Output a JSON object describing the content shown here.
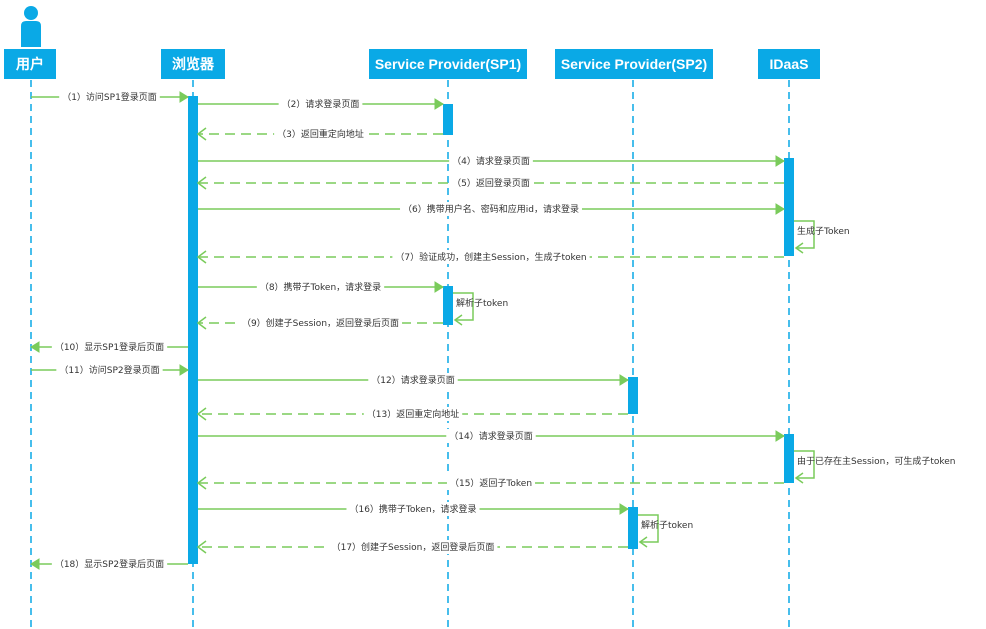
{
  "colors": {
    "lifeline": "#0aa9e6",
    "header_bg": "#0aa9e6",
    "activation": "#0aa9e6",
    "message": "#7acb5b",
    "label_text": "#333333"
  },
  "actors": [
    {
      "id": "user",
      "label": "用户",
      "icon": "person-icon"
    },
    {
      "id": "browser",
      "label": "浏览器"
    },
    {
      "id": "sp1",
      "label": "Service Provider(SP1)"
    },
    {
      "id": "sp2",
      "label": "Service Provider(SP2)"
    },
    {
      "id": "idaas",
      "label": "IDaaS"
    }
  ],
  "messages": [
    {
      "from": "user",
      "to": "browser",
      "label": "（1）访问SP1登录页面",
      "style": "solid"
    },
    {
      "from": "browser",
      "to": "sp1",
      "label": "（2）请求登录页面",
      "style": "solid"
    },
    {
      "from": "sp1",
      "to": "browser",
      "label": "（3）返回重定向地址",
      "style": "dashed"
    },
    {
      "from": "browser",
      "to": "idaas",
      "label": "（4）请求登录页面",
      "style": "solid"
    },
    {
      "from": "idaas",
      "to": "browser",
      "label": "（5）返回登录页面",
      "style": "dashed"
    },
    {
      "from": "browser",
      "to": "idaas",
      "label": "（6）携带用户名、密码和应用id，请求登录",
      "style": "solid"
    },
    {
      "from": "idaas",
      "to": "idaas",
      "label": "生成子Token",
      "style": "self"
    },
    {
      "from": "idaas",
      "to": "browser",
      "label": "（7）验证成功，创建主Session，生成子token",
      "style": "dashed"
    },
    {
      "from": "browser",
      "to": "sp1",
      "label": "（8）携带子Token，请求登录",
      "style": "solid"
    },
    {
      "from": "sp1",
      "to": "sp1",
      "label": "解析子token",
      "style": "self"
    },
    {
      "from": "sp1",
      "to": "browser",
      "label": "（9）创建子Session，返回登录后页面",
      "style": "dashed"
    },
    {
      "from": "browser",
      "to": "user",
      "label": "（10）显示SP1登录后页面",
      "style": "solid"
    },
    {
      "from": "user",
      "to": "browser",
      "label": "（11）访问SP2登录页面",
      "style": "solid"
    },
    {
      "from": "browser",
      "to": "sp2",
      "label": "（12）请求登录页面",
      "style": "solid"
    },
    {
      "from": "sp2",
      "to": "browser",
      "label": "（13）返回重定向地址",
      "style": "dashed"
    },
    {
      "from": "browser",
      "to": "idaas",
      "label": "（14）请求登录页面",
      "style": "solid"
    },
    {
      "from": "idaas",
      "to": "idaas",
      "label": "由于已存在主Session，可生成子token",
      "style": "self"
    },
    {
      "from": "idaas",
      "to": "browser",
      "label": "（15）返回子Token",
      "style": "dashed"
    },
    {
      "from": "browser",
      "to": "sp2",
      "label": "（16）携带子Token，请求登录",
      "style": "solid"
    },
    {
      "from": "sp2",
      "to": "sp2",
      "label": "解析子token",
      "style": "self"
    },
    {
      "from": "sp2",
      "to": "browser",
      "label": "（17）创建子Session，返回登录后页面",
      "style": "dashed"
    },
    {
      "from": "browser",
      "to": "user",
      "label": "（18）显示SP2登录后页面",
      "style": "solid"
    }
  ]
}
